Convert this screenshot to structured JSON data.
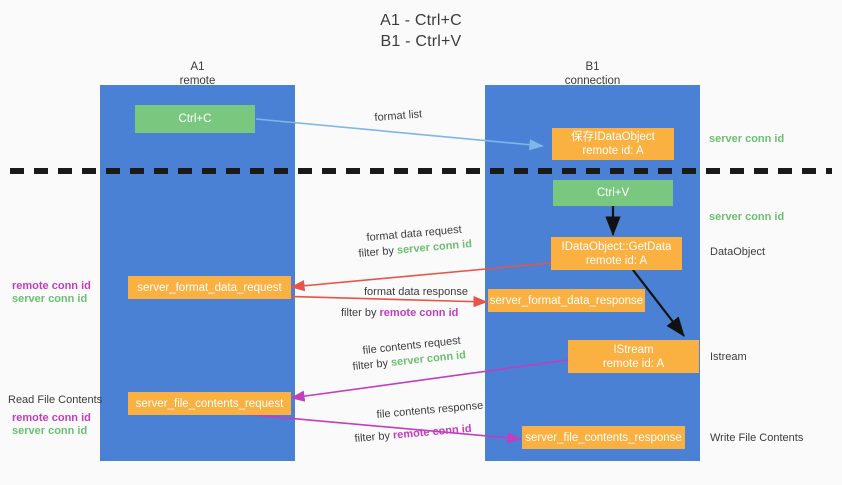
{
  "title": {
    "line1": "A1 - Ctrl+C",
    "line2": "B1 - Ctrl+V"
  },
  "lanes": [
    {
      "name": "A1",
      "subtitle": "remote"
    },
    {
      "name": "B1",
      "subtitle": "connection"
    }
  ],
  "colors": {
    "lane": "#4a81d4",
    "green_box": "#7ac77f",
    "orange_box": "#fbb042",
    "server_conn_id": "#6cbf72",
    "remote_conn_id": "#c13ec1",
    "arrow_blue": "#7eb6e8",
    "arrow_red": "#e8544a",
    "arrow_magenta": "#c13ec1",
    "arrow_black": "#111111",
    "background": "#fafafa",
    "text": "#3c3c3c"
  },
  "boxes": {
    "ctrl_c": {
      "label": "Ctrl+C"
    },
    "ctrl_v": {
      "label": "Ctrl+V"
    },
    "save_idataobject": {
      "line1": "保存IDataObject",
      "line2": "remote id: A"
    },
    "getdata": {
      "line1": "IDataObject::GetData",
      "line2": "remote id: A"
    },
    "istream": {
      "line1": "IStream",
      "line2": "remote id: A"
    },
    "server_format_data_request": {
      "label": "server_format_data_request"
    },
    "server_format_data_response": {
      "label": "server_format_data_response"
    },
    "server_file_contents_request": {
      "label": "server_file_contents_request"
    },
    "server_file_contents_response": {
      "label": "server_file_contents_response"
    }
  },
  "arrow_labels": {
    "format_list": "format list",
    "format_data_request": "format data request",
    "format_data_request_filter_prefix": "filter by ",
    "format_data_request_filter_value": "server conn id",
    "format_data_response": "format data response",
    "format_data_response_filter_prefix": "filter by ",
    "format_data_response_filter_value": "remote conn id",
    "file_contents_request": "file contents request",
    "file_contents_request_filter_prefix": "filter by ",
    "file_contents_request_filter_value": "server conn id",
    "file_contents_response": "file contents response",
    "file_contents_response_filter_prefix": "filter by ",
    "file_contents_response_filter_value": "remote conn id"
  },
  "right_labels": {
    "server_conn_id_top": "server conn id",
    "server_conn_id_mid": "server conn id",
    "dataobject": "DataObject",
    "istream": "Istream",
    "write_file_contents": "Write File Contents"
  },
  "left_labels": {
    "remote_conn_id_1": "remote conn id",
    "server_conn_id_1": "server conn id",
    "read_file_contents": "Read File Contents",
    "remote_conn_id_2": "remote conn id",
    "server_conn_id_2": "server conn id"
  }
}
